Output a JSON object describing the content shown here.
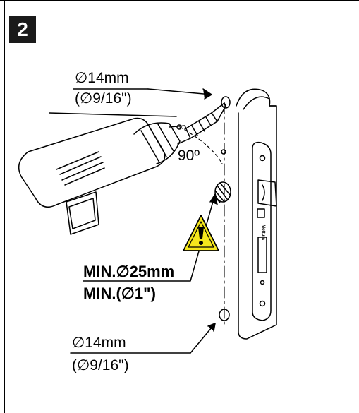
{
  "step": {
    "number": "2"
  },
  "hole_top": {
    "diameter_mm": "∅14mm",
    "diameter_in": "(∅9/16\")"
  },
  "hole_bottom": {
    "diameter_mm": "∅14mm",
    "diameter_in": "(∅9/16\")"
  },
  "angle": {
    "label": "90º"
  },
  "bore": {
    "min_mm": "MIN.∅25mm",
    "min_in": "MIN.(∅1\")"
  },
  "lock": {
    "brand": "Mottura"
  },
  "colors": {
    "line": "#000000",
    "warning_fill": "#f5e61c",
    "badge_bg": "#1a1a1a"
  },
  "icons": [
    "warning-icon",
    "drill-icon",
    "mortise-lock-icon"
  ]
}
